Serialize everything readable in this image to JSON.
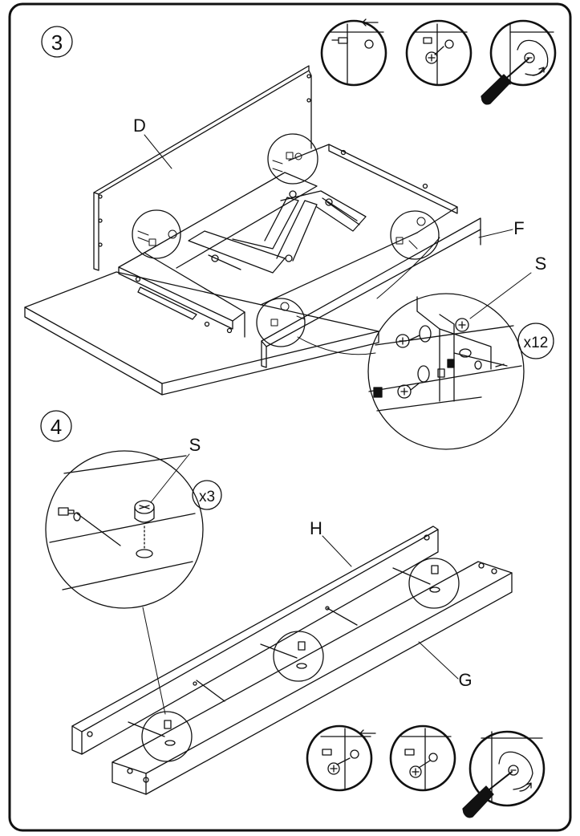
{
  "steps": {
    "step3": {
      "number": "3",
      "part_labels": {
        "d": "D",
        "f": "F",
        "s": "S"
      },
      "quantity": "x12"
    },
    "step4": {
      "number": "4",
      "part_labels": {
        "s": "S",
        "h": "H",
        "g": "G"
      },
      "quantity": "x3"
    }
  }
}
